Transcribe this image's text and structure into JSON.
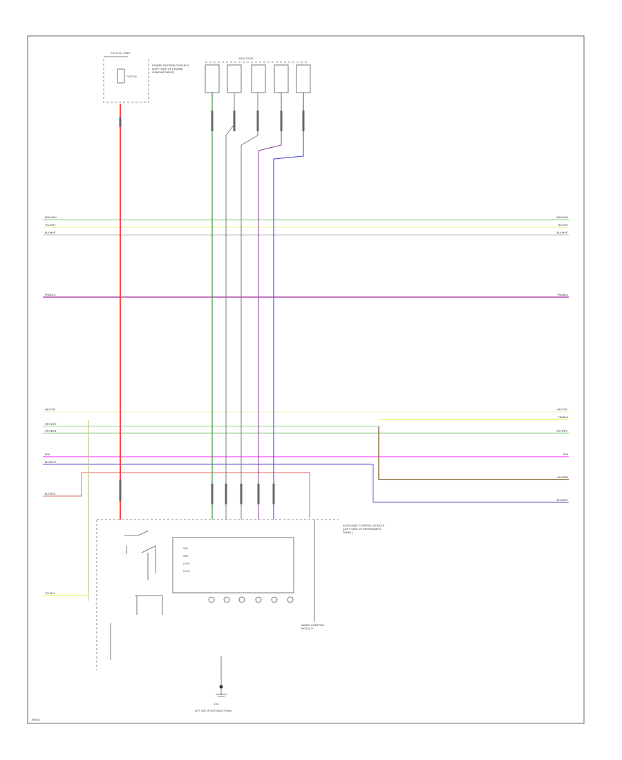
{
  "wires_left": [
    {
      "label": "BRN/GRN",
      "color": "#9fdc9f"
    },
    {
      "label": "YEL/GRY",
      "color": "#f2f2a0"
    },
    {
      "label": "BLK/WHT",
      "color": "#c8c8c8"
    },
    {
      "label": "PNK/BLU",
      "color": "#b04ab0"
    },
    {
      "label": "WHT/YEL",
      "color": "#f4f0c4"
    },
    {
      "label": "GRY/WHT",
      "color": "#b8e0b8"
    },
    {
      "label": "GRY/BRN",
      "color": "#98d898"
    },
    {
      "label": "PNK",
      "color": "#ff66ff"
    },
    {
      "label": "BLU/WHT",
      "color": "#8a8ae0"
    },
    {
      "label": "BLK/RED",
      "color": "#e88080"
    },
    {
      "label": "YEL/BLU",
      "color": "#eeee66"
    }
  ],
  "wires_right": [
    {
      "label": "BRN/GRN"
    },
    {
      "label": "YEL/GRY"
    },
    {
      "label": "BLK/WHT"
    },
    {
      "label": "PNK/BLU"
    },
    {
      "label": "WHT/YEL"
    },
    {
      "label": "YEL/BLU"
    },
    {
      "label": "GRY/WHT"
    },
    {
      "label": "PNK"
    },
    {
      "label": "BLK/BRN"
    },
    {
      "label": "BLU/WHT"
    }
  ],
  "top_left_box": {
    "title": "HOT AT ALL TIMES",
    "fuse": "FUSE 30A",
    "note": "POWER DISTRIBUTION BOX (LEFT SIDE OF ENGINE COMPARTMENT)"
  },
  "top_fuses": {
    "title": "AUDIO FUSES"
  },
  "module": {
    "note": "AUDIO/NAV CONTROL MODULE (LEFT SIDE OF INSTRUMENT PANEL)",
    "rows": [
      "SW1",
      "SW2",
      "LOGIC",
      "LOGIC"
    ],
    "side_note": "AUDIO CONTROL MODULE"
  },
  "ground": {
    "label": "G101",
    "note": "LEFT SIDE OF INSTRUMENT PANEL"
  },
  "page_id": "W0036"
}
